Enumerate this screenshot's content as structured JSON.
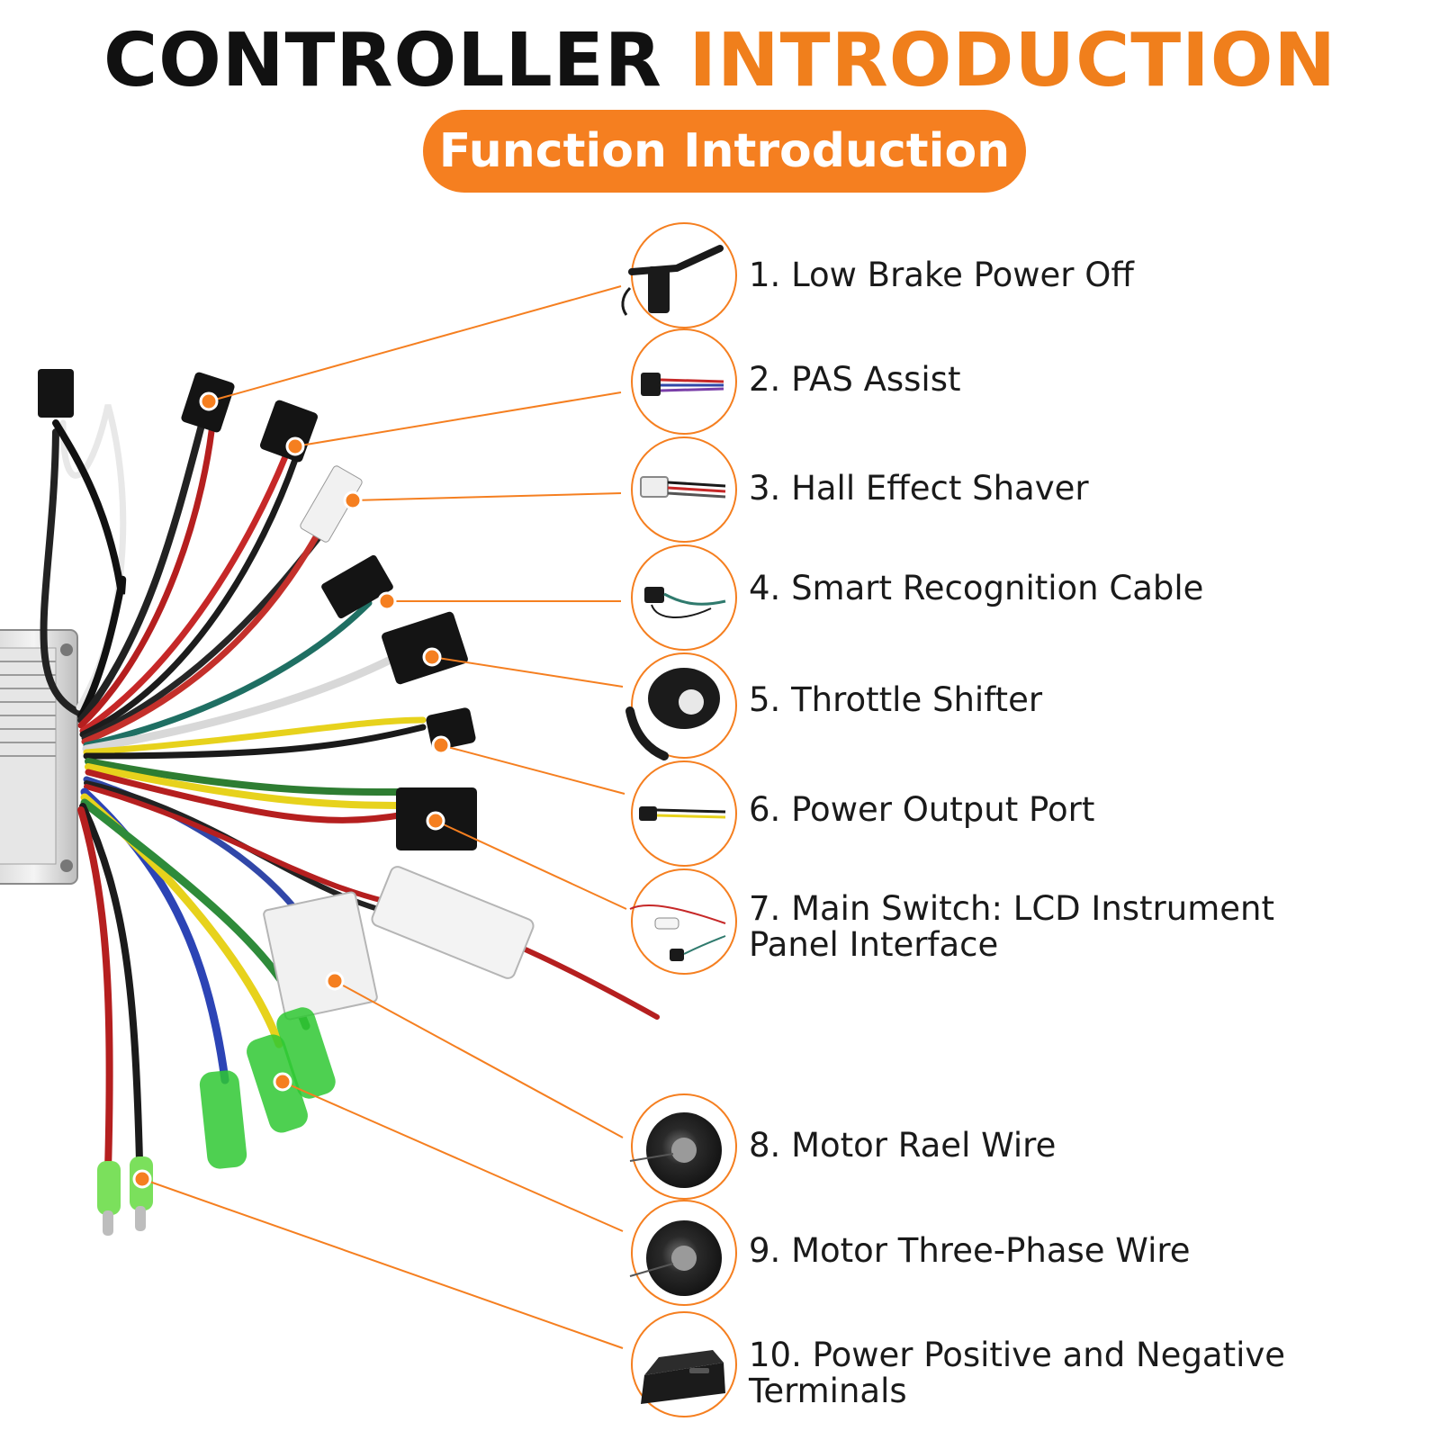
{
  "header": {
    "title_part1": "CONTROLLER",
    "title_part2": "INTRODUCTION",
    "subtitle": "Function Introduction"
  },
  "colors": {
    "accent": "#f57f20",
    "title_dark": "#111111",
    "text": "#1a1a1a"
  },
  "functions": [
    {
      "label": "1. Low Brake Power Off",
      "icon": "brake-lever-icon"
    },
    {
      "label": "2. PAS Assist",
      "icon": "pas-connector-icon"
    },
    {
      "label": "3. Hall Effect Shaver",
      "icon": "hall-connector-icon"
    },
    {
      "label": "4. Smart Recognition Cable",
      "icon": "recognition-cable-icon"
    },
    {
      "label": "5. Throttle Shifter",
      "icon": "thumb-throttle-icon"
    },
    {
      "label": "6. Power Output Port",
      "icon": "power-output-connector-icon"
    },
    {
      "label": "7. Main Switch: LCD Instrument Panel Interface",
      "icon": "lcd-switch-cable-icon"
    },
    {
      "label": "8. Motor Rael Wire",
      "icon": "hub-motor-icon"
    },
    {
      "label": "9. Motor Three-Phase Wire",
      "icon": "hub-motor-icon"
    },
    {
      "label": "10. Power Positive and Negative Terminals",
      "icon": "battery-pack-icon"
    }
  ]
}
